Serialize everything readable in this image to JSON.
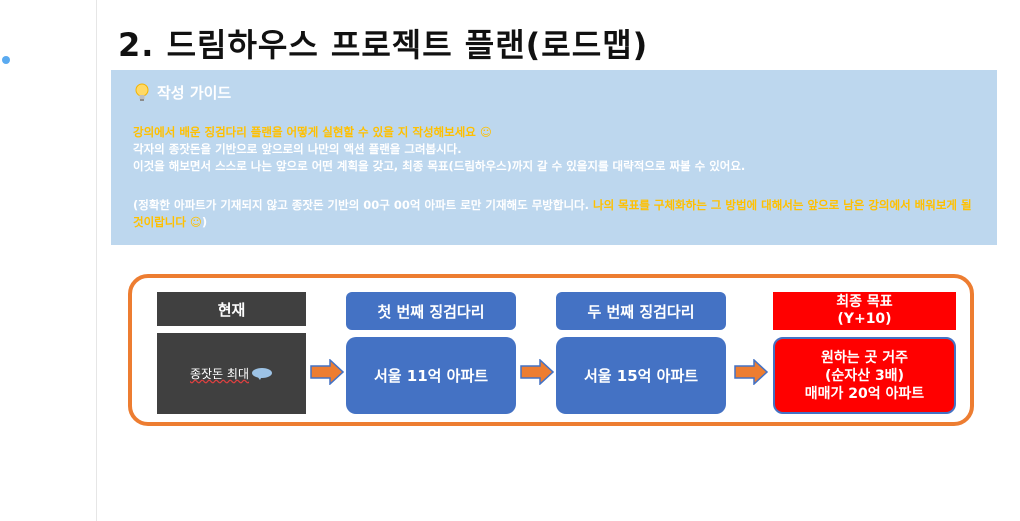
{
  "title": "2. 드림하우스 프로젝트 플랜(로드맵)",
  "guide": {
    "header": "작성 가이드",
    "lines": [
      "강의에서 배운 징검다리 플랜을 어떻게 실현할 수 있을 지 작성해보세요 ☺",
      "각자의 종잣돈을 기반으로 앞으로의 나만의 액션 플랜을 그려봅시다.",
      "이것을 해보면서 스스로 나는 앞으로 어떤 계획을 갖고, 최종 목표(드림하우스)까지 갈 수 있을지를 대략적으로 짜볼 수 있어요."
    ],
    "note_white": "(정확한 아파트가 기재되지 않고 종잣돈 기반의 00구 00억 아파트 로만 기재해도 무방합니다.",
    "note_orange": "나의 목표를 구체화하는 그 방법에 대해서는 앞으로 남은 강의에서 배워보게 될 것이랍니다 ☺",
    "note_end": ")"
  },
  "roadmap": {
    "current_header": "현재",
    "current_body": "종잣돈 최대",
    "step1_header": "첫 번째 징검다리",
    "step1_body": "서울 11억 아파트",
    "step2_header": "두 번째 징검다리",
    "step2_body": "서울 15억 아파트",
    "goal_header_line1": "최종 목표",
    "goal_header_line2": "(Y+10)",
    "goal_body_line1": "원하는 곳 거주",
    "goal_body_line2": "(순자산 3배)",
    "goal_body_line3": "매매가 20억 아파트"
  },
  "colors": {
    "guide_bg": "#bdd7ee",
    "highlight": "#ffc000",
    "frame": "#ed7d31",
    "step": "#4472c4",
    "goal": "#ff0000",
    "current": "#404040"
  },
  "icons": [
    "lightbulb-icon",
    "arrow-right-icon"
  ]
}
